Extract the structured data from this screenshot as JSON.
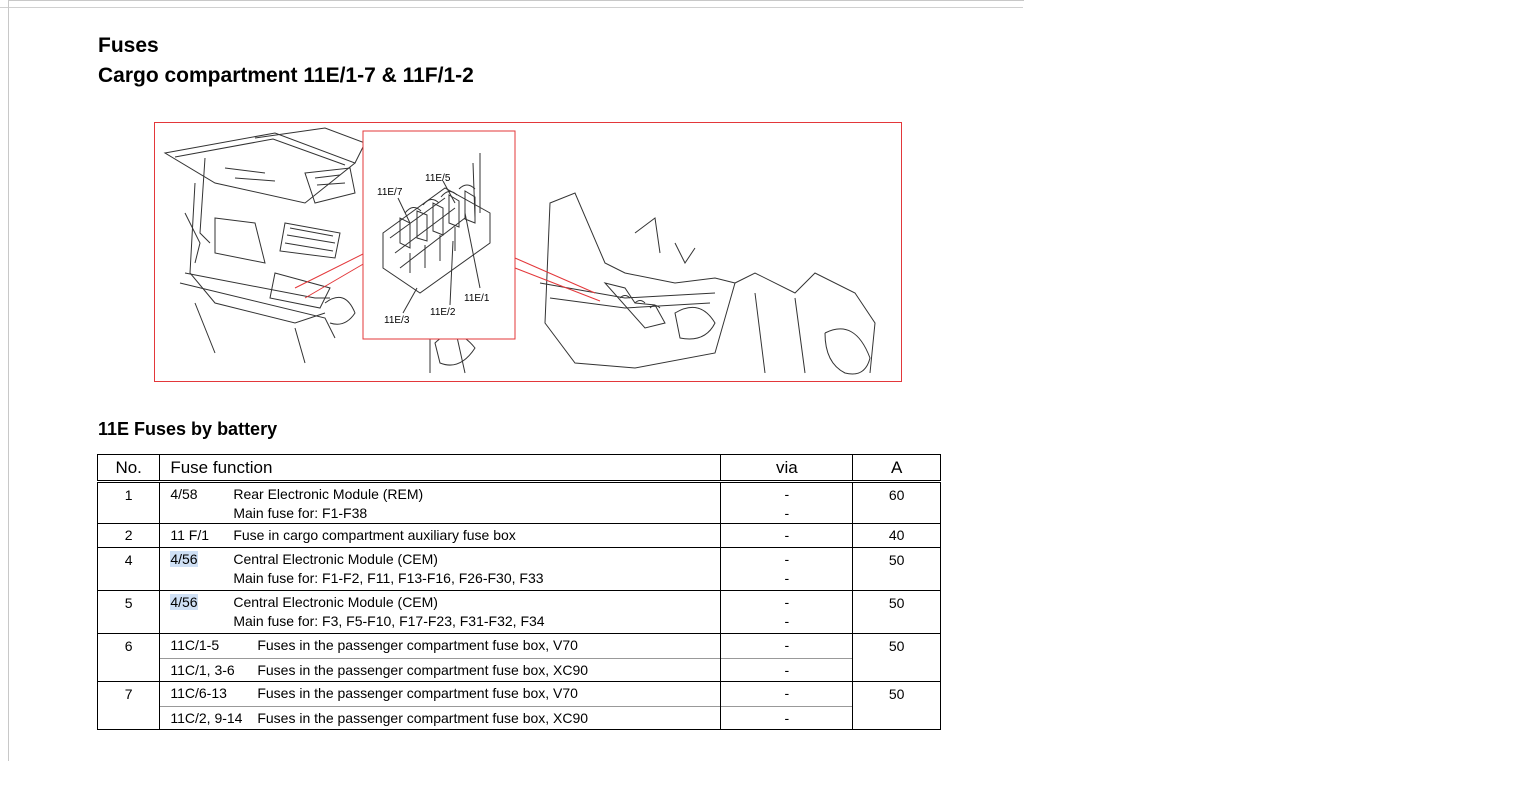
{
  "heading": {
    "title": "Fuses",
    "subtitle": "Cargo compartment 11E/1-7 & 11F/1-2"
  },
  "figure": {
    "labels": [
      "11E/7",
      "11E/5",
      "11E/1",
      "11E/2",
      "11E/3"
    ]
  },
  "section": {
    "title": "11E Fuses by battery"
  },
  "table": {
    "headers": {
      "no": "No.",
      "function": "Fuse function",
      "via": "via",
      "amps": "A"
    },
    "rows": [
      {
        "no": "1",
        "a": "60",
        "lines": [
          {
            "code": "4/58",
            "text": "Rear Electronic Module (REM)",
            "via": "-"
          },
          {
            "code": "",
            "text": "Main fuse for: F1-F38",
            "via": "-"
          }
        ]
      },
      {
        "no": "2",
        "a": "40",
        "lines": [
          {
            "code": "11 F/1",
            "text": "Fuse in cargo compartment auxiliary fuse box",
            "via": "-"
          }
        ]
      },
      {
        "no": "4",
        "a": "50",
        "lines": [
          {
            "code": "4/56",
            "text": "Central Electronic Module (CEM)",
            "via": "-"
          },
          {
            "code": "",
            "text": "Main fuse for: F1-F2, F11, F13-F16, F26-F30, F33",
            "via": "-"
          }
        ]
      },
      {
        "no": "5",
        "a": "50",
        "lines": [
          {
            "code": "4/56",
            "text": "Central Electronic Module (CEM)",
            "via": "-"
          },
          {
            "code": "",
            "text": "Main fuse for: F3, F5-F10, F17-F23, F31-F32, F34",
            "via": "-"
          }
        ]
      },
      {
        "no": "6",
        "a": "50",
        "lines": [
          {
            "code": "11C/1-5",
            "text": "Fuses in the passenger compartment fuse box, V70",
            "via": "-"
          },
          {
            "code": "11C/1, 3-6",
            "text": "Fuses in the passenger compartment fuse box, XC90",
            "via": "-"
          }
        ]
      },
      {
        "no": "7",
        "a": "50",
        "lines": [
          {
            "code": "11C/6-13",
            "text": "Fuses in the passenger compartment fuse box, V70",
            "via": "-"
          },
          {
            "code": "11C/2, 9-14",
            "text": "Fuses in the passenger compartment fuse box, XC90",
            "via": "-"
          }
        ]
      }
    ]
  }
}
